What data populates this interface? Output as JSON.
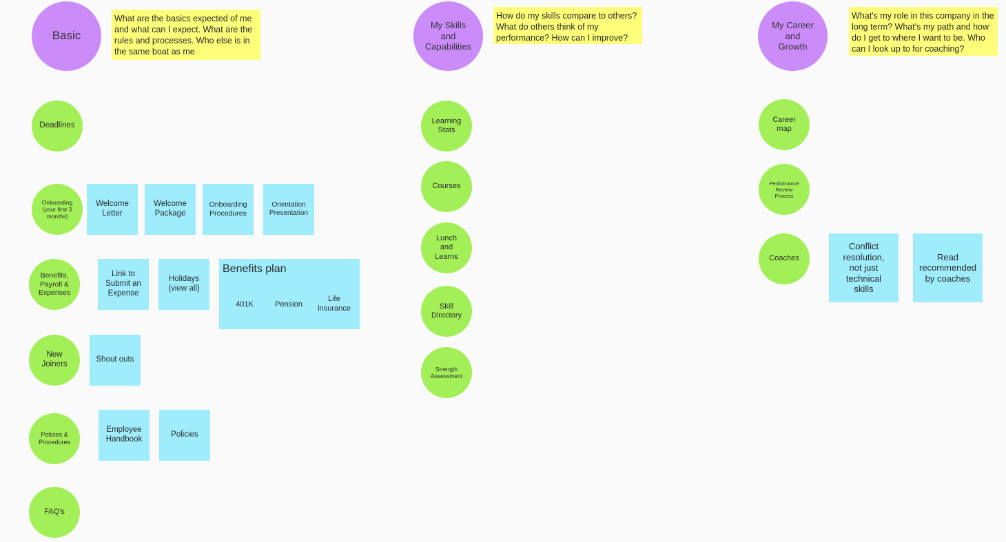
{
  "columns": {
    "basic": {
      "title": "Basic",
      "note": "What are the basics expected of me and what can I expect. What are the rules and processes. Who else is in the same boat as me",
      "deadlines": "Deadlines",
      "onboarding": {
        "label": "Onboarding\n(your first 3\nmonths)",
        "items": [
          "Welcome\nLetter",
          "Welcome\nPackage",
          "Onboarding\nProcedures",
          "Orientation\nPresentation"
        ]
      },
      "benefits": {
        "label": "Benefits,\nPayroll &\nExpenses",
        "items": [
          "Link to\nSubmit an\nExpense",
          "Holidays\n(view all)"
        ],
        "plan": {
          "title": "Benefits plan",
          "items": [
            "401K",
            "Pension",
            "Life\ninsurance"
          ]
        }
      },
      "new_joiners": {
        "label": "New\nJoiners",
        "items": [
          "Shout outs"
        ]
      },
      "policies": {
        "label": "Policies &\nProcedures",
        "items": [
          "Employee\nHandbook",
          "Policies"
        ]
      },
      "faqs": "FAQ's"
    },
    "skills": {
      "title": "My Skills\nand\nCapabilities",
      "note": "How do my skills compare to others? What do others think of my performance? How can I improve?",
      "items": [
        "Learning\nStats",
        "Courses",
        "Lunch\nand\nLearns",
        "Skill\nDirectory",
        "Strength\nAssessment"
      ]
    },
    "career": {
      "title": "My Career\nand\nGrowth",
      "note": "What's my role in this company in the long term? What's my path and how do I get to where I want to be. Who can I look up to for coaching?",
      "career_map": "Career\nmap",
      "performance_review": "Performance\nReview\nProcess",
      "coaches": {
        "label": "Coaches",
        "items": [
          "Conflict\nresolution,\nnot just\ntechnical\nskills",
          "Read\nrecommended\nby coaches"
        ]
      }
    }
  },
  "colors": {
    "category_circle": "#cb8cfa",
    "topic_circle": "#a3ef57",
    "sticky_note": "#9eecfc",
    "question_note": "#fdfd7a"
  }
}
